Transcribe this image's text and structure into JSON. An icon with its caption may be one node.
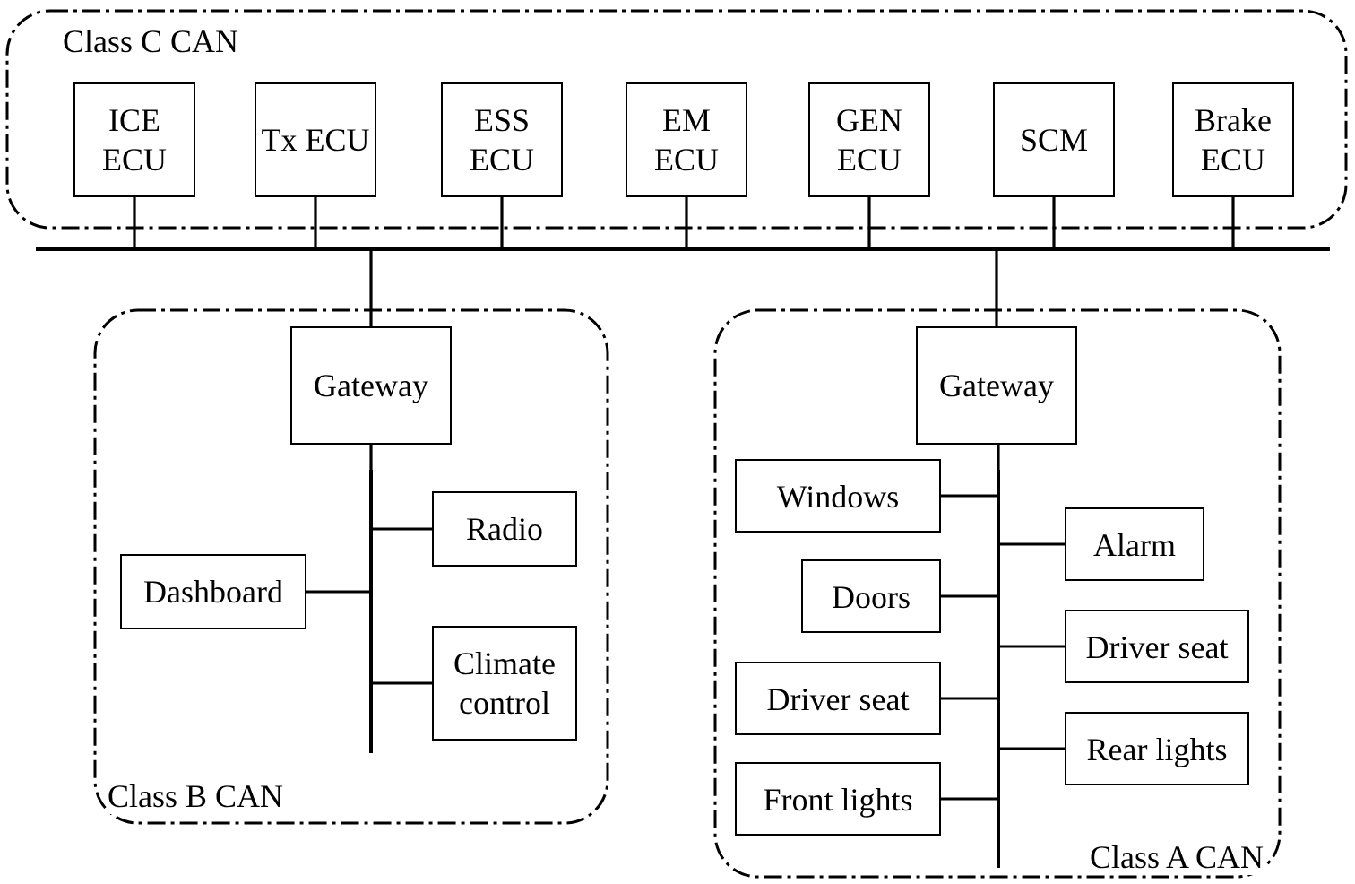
{
  "diagram": {
    "nodes": [
      {
        "text": [
          "Class C CAN"
        ]
      },
      {
        "text": [
          "ICE ECU"
        ],
        "in": 0
      },
      {
        "text": [
          "Tx ECU"
        ],
        "in": 0
      },
      {
        "text": [
          "ESS ECU"
        ],
        "in": 0
      },
      {
        "text": [
          "EM ECU"
        ],
        "in": 0
      },
      {
        "text": [
          "GEN ECU"
        ],
        "in": 0
      },
      {
        "text": [
          "SCM"
        ],
        "in": 0
      },
      {
        "text": [
          "Brake ECU"
        ],
        "in": 0
      },
      {
        "text": [],
        "shape": "bar"
      },
      {
        "text": [
          "Class B CAN"
        ]
      },
      {
        "text": [
          "Gateway"
        ],
        "in": 9
      },
      {
        "text": [],
        "shape": "bar",
        "in": 9
      },
      {
        "text": [
          "Radio"
        ],
        "in": 9
      },
      {
        "text": [
          "Dashboard"
        ],
        "in": 9
      },
      {
        "text": [
          "Climate control"
        ],
        "in": 9
      },
      {
        "text": [
          "Class A CAN"
        ]
      },
      {
        "text": [
          "Gateway"
        ],
        "in": 15
      },
      {
        "text": [],
        "shape": "bar",
        "in": 15
      },
      {
        "text": [
          "Windows"
        ],
        "in": 15
      },
      {
        "text": [
          "Alarm"
        ],
        "in": 15
      },
      {
        "text": [
          "Doors"
        ],
        "in": 15
      },
      {
        "text": [
          "Driver seat"
        ],
        "in": 15
      },
      {
        "text": [
          "Driver seat"
        ],
        "in": 15
      },
      {
        "text": [
          "Rear lights"
        ],
        "in": 15
      },
      {
        "text": [
          "Front lights"
        ],
        "in": 15
      }
    ],
    "edges": [
      {
        "from": 1,
        "to": 8,
        "arrow": "none"
      },
      {
        "from": 2,
        "to": 8,
        "arrow": "none"
      },
      {
        "from": 3,
        "to": 8,
        "arrow": "none"
      },
      {
        "from": 4,
        "to": 8,
        "arrow": "none"
      },
      {
        "from": 5,
        "to": 8,
        "arrow": "none"
      },
      {
        "from": 6,
        "to": 8,
        "arrow": "none"
      },
      {
        "from": 7,
        "to": 8,
        "arrow": "none"
      },
      {
        "from": 8,
        "to": 10,
        "arrow": "none"
      },
      {
        "from": 10,
        "to": 11,
        "arrow": "none"
      },
      {
        "from": 12,
        "to": 11,
        "arrow": "none"
      },
      {
        "from": 13,
        "to": 11,
        "arrow": "none"
      },
      {
        "from": 14,
        "to": 11,
        "arrow": "none"
      },
      {
        "from": 8,
        "to": 16,
        "arrow": "none"
      },
      {
        "from": 16,
        "to": 17,
        "arrow": "none"
      },
      {
        "from": 18,
        "to": 17,
        "arrow": "none"
      },
      {
        "from": 19,
        "to": 17,
        "arrow": "none"
      },
      {
        "from": 20,
        "to": 17,
        "arrow": "none"
      },
      {
        "from": 21,
        "to": 17,
        "arrow": "none"
      },
      {
        "from": 22,
        "to": 17,
        "arrow": "none"
      },
      {
        "from": 23,
        "to": 17,
        "arrow": "none"
      },
      {
        "from": 24,
        "to": 17,
        "arrow": "none"
      }
    ]
  }
}
